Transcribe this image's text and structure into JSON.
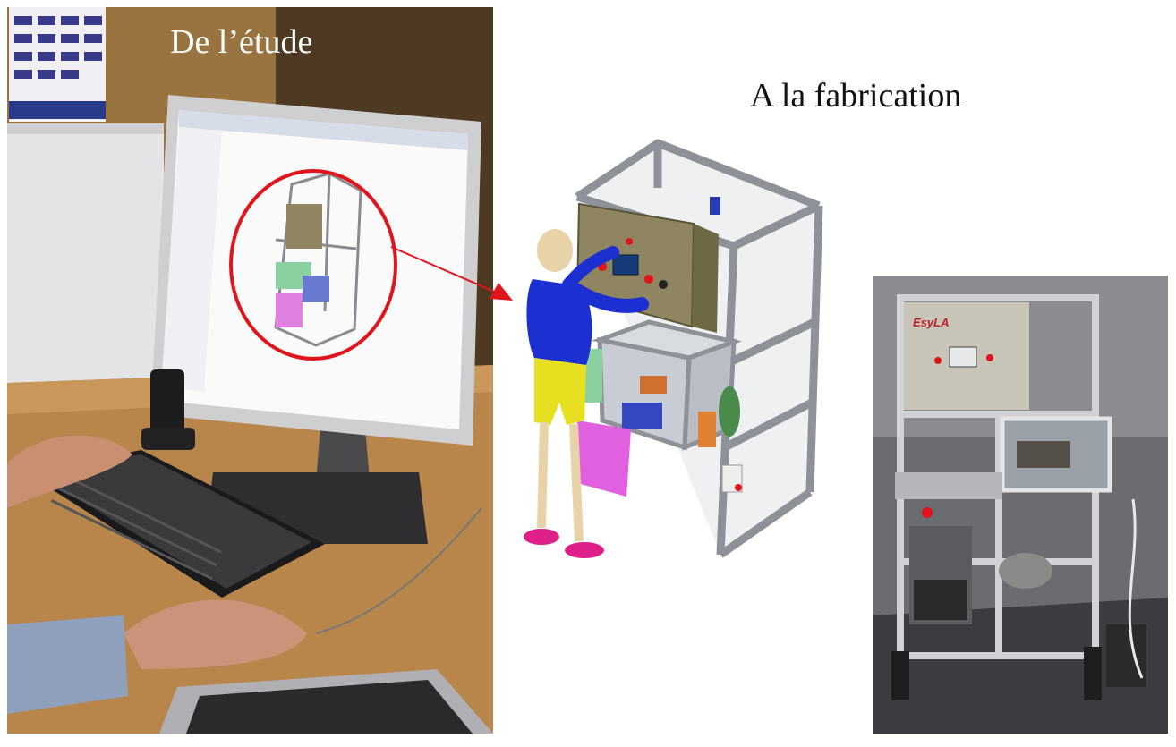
{
  "captions": {
    "left": "De l’étude",
    "right": "A la fabrication"
  },
  "photo_right": {
    "logo_text": "EsyLA"
  },
  "colors": {
    "wall": "#8a6a3a",
    "desk": "#b9874a",
    "monitor": "#c8c8c8",
    "frame": "#8e9298",
    "cabinet": "#8f8560",
    "highlight_circle": "#e0141b",
    "person_shirt": "#1c2fd0",
    "person_pants": "#e6e020",
    "person_shoes": "#e0208a",
    "factory_floor": "#3a3c40"
  },
  "icons": {
    "arrow": "red-arrow-icon"
  }
}
